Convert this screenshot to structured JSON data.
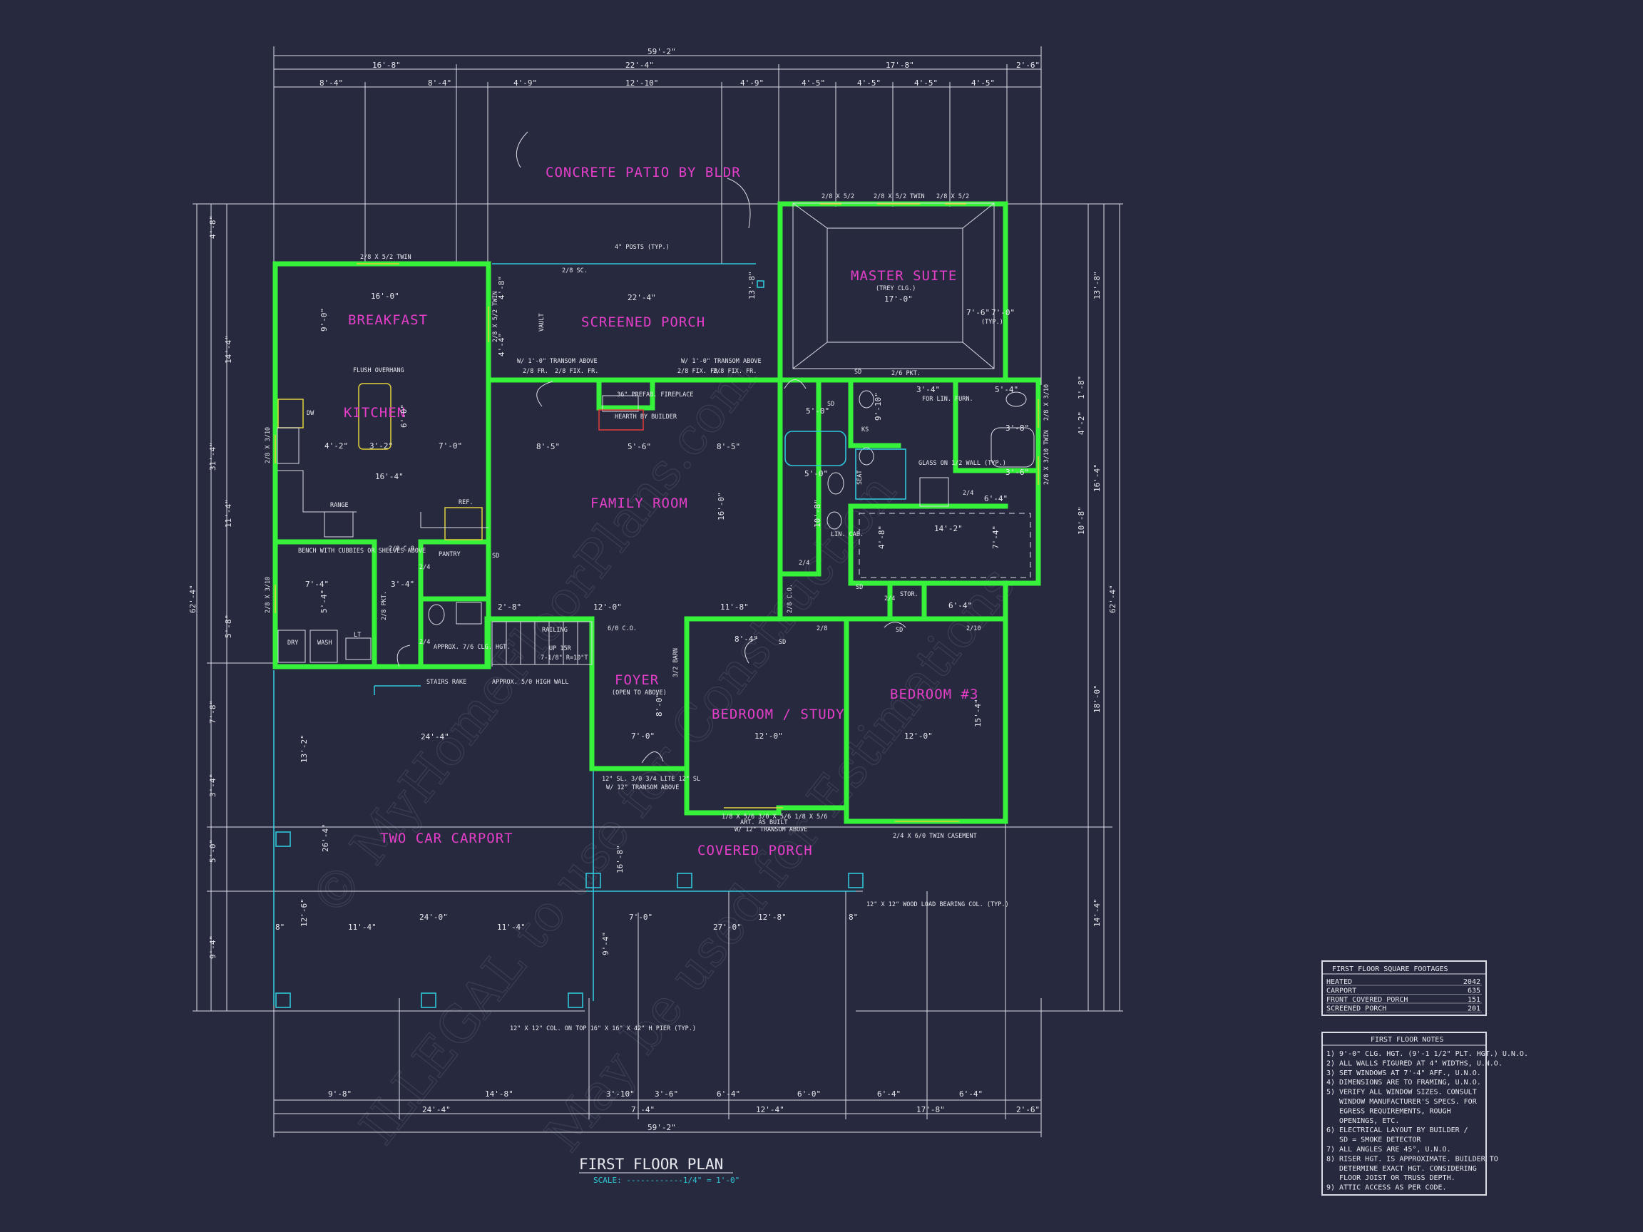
{
  "plan": {
    "title": "FIRST FLOOR PLAN",
    "scale": "SCALE: ------------1/4\" = 1'-0\"",
    "colors": {
      "background": "#272a3f",
      "walls": "#36f23a",
      "room_labels": "#e53ec9",
      "columns": "#2fc7d8",
      "lines": "#dcdce6",
      "accent": "#e1d13b"
    }
  },
  "watermark": {
    "line1": "© MyHomeFloorPlans.com",
    "line2": "ILLEGAL to use for Construction",
    "line3": "May be used for Estimations"
  },
  "rooms": {
    "concrete_patio": "CONCRETE PATIO BY BLDR",
    "breakfast": "BREAKFAST",
    "screened_porch": "SCREENED PORCH",
    "master_suite": "MASTER SUITE",
    "kitchen": "KITCHEN",
    "family_room": "FAMILY ROOM",
    "foyer": "FOYER",
    "bedroom_study": "BEDROOM / STUDY",
    "bedroom3": "BEDROOM #3",
    "carport": "TWO CAR CARPORT",
    "covered_porch": "COVERED PORCH"
  },
  "dims": {
    "top_overall": "59'-2\"",
    "top_a": "16'-8\"",
    "top_b": "22'-4\"",
    "top_c": "17'-8\"",
    "top_d": "2'-6\"",
    "top_e": "8'-4\"",
    "top_f": "8'-4\"",
    "top_g": "4'-9\"",
    "top_h": "12'-10\"",
    "top_i": "4'-9\"",
    "top_j": "4'-5\"",
    "top_k": "4'-5\"",
    "top_l": "4'-5\"",
    "top_m": "4'-5\"",
    "bot_overall": "59'-2\"",
    "bot_a": "9'-8\"",
    "bot_b": "14'-8\"",
    "bot_c": "3'-10\"",
    "bot_d": "3'-6\"",
    "bot_e": "6'-4\"",
    "bot_f": "6'-0\"",
    "bot_g": "6'-4\"",
    "bot_h": "6'-4\"",
    "bot_i": "24'-4\"",
    "bot_j": "7'-4\"",
    "bot_k": "12'-4\"",
    "bot_l": "17'-8\"",
    "bot_m": "2'-6\"",
    "left_overall": "62'-4\"",
    "left_a": "4'-8\"",
    "left_b": "14'-4\"",
    "left_c": "31'-4\"",
    "left_d": "11'-4\"",
    "left_e": "5'-8\"",
    "left_f": "7'-8\"",
    "left_g": "3'-4\"",
    "left_h": "5'-0\"",
    "left_i": "9'-4\"",
    "right_overall": "62'-4\"",
    "right_a": "13'-8\"",
    "right_b": "1'-8\"",
    "right_c": "4'-2\"",
    "right_d": "16'-4\"",
    "right_e": "10'-8\"",
    "right_f": "18'-0\"",
    "right_g": "14'-4\"",
    "carport_w": "24'-4\"",
    "carport_w2": "24'-0\"",
    "carport_d": "26'-4\"",
    "carport_13": "13'-2\"",
    "carport_11": "11'-4\"",
    "carport_8": "8\"",
    "carport_126": "12'-6\"",
    "porch_a": "11'-4\"",
    "porch_b": "27'-0\"",
    "porch_c": "7'-0\"",
    "porch_d": "12'-8\"",
    "porch_e": "8\"",
    "porch_f": "16'-8\"",
    "porch_g": "9'-4\"",
    "breakfast_w": "16'-0\"",
    "breakfast_d": "9'-0\"",
    "sp_w": "22'-4\"",
    "sp_d": "13'-8\"",
    "sp_d2": "4'-8\"",
    "sp_d3": "4'-4\"",
    "ms_w": "17'-0\"",
    "ms_a": "7'-6\"",
    "ms_b": "7'-0\"",
    "ms_typ": "(TYP.)",
    "kit_w": "16'-4\"",
    "kit_a": "4'-2\"",
    "kit_b": "3'-2\"",
    "kit_c": "7'-0\"",
    "kit_d": "6'-0\"",
    "fr_a": "8'-5\"",
    "fr_b": "5'-6\"",
    "fr_c": "8'-5\"",
    "fr_d": "16'-0\"",
    "fr_e": "12'-0\"",
    "fr_f": "11'-8\"",
    "fr_g": "2'-8\"",
    "bs_w": "12'-0\"",
    "bs_a": "8'-4\"",
    "b3_w": "12'-0\"",
    "b3_d": "15'-4\"",
    "b3_a": "6'-4\"",
    "foy_a": "7'-0\"",
    "foy_b": "8'-0\"",
    "laundry_a": "7'-4\"",
    "laundry_b": "3'-4\"",
    "laundry_c": "5'-4\"",
    "bath_a": "5'-0\"",
    "bath_b": "10'-8\"",
    "bath_c": "14'-2\"",
    "bath_d": "3'-4\"",
    "bath_e": "3'-6\"",
    "bath_f": "6'-4\"",
    "bath_g": "7'-4\"",
    "bath_h": "4'-8\"",
    "bath_i": "5'-0\"",
    "bath_j": "9'-10\"",
    "bath_k": "3'-8\"",
    "bath_l": "5'-4\""
  },
  "labels": {
    "posts": "4\" POSTS (TYP.)",
    "twin_top": "2/8 X 5/2 TWIN",
    "ms_win_a": "2/8 X 5/2",
    "ms_win_b": "2/8 X 5/2 TWIN",
    "ms_win_c": "2/8 X 5/2",
    "trey": "(TREY CLG.)",
    "sc": "2/8 SC.",
    "vault": "VAULT",
    "transom1": "W/ 1'-0\" TRANSOM ABOVE",
    "transom2": "W/ 1'-0\" TRANSOM ABOVE",
    "fr1": "2/8 FR.",
    "fix1": "2/8 FIX. FR.",
    "fix2": "2/8 FIX. FR.",
    "fix3": "2/8 FIX. FR.",
    "fireplace": "36\" PREFAB. FIREPLACE",
    "hearth": "HEARTH BY BUILDER",
    "flush": "FLUSH OVERHANG",
    "dw": "DW",
    "range": "RANGE",
    "ref": "REF.",
    "w316": "2/8 X 3/10",
    "bench": "BENCH WITH CUBBIES OR SHELVES ABOVE",
    "co28": "2/8 C.O.",
    "pantry": "PANTRY",
    "pkt": "2/8 PKT.",
    "d24a": "2/4",
    "d24b": "2/4",
    "d24c": "2/4",
    "d24d": "2/4",
    "d24e": "2/4",
    "dry": "DRY",
    "wash": "WASH",
    "lt": "LT",
    "approx_clg": "APPROX. 7/6 CLG. HGT.",
    "stairs_rake": "STAIRS RAKE",
    "approx_wall": "APPROX. 5/0 HIGH WALL",
    "railing": "RAILING",
    "up": "UP 15R",
    "riser": "7-1/8\" R=10\"T",
    "co28b": "2/8 C.O.",
    "co60": "6/0 C.O.",
    "sd1": "SD",
    "sd2": "SD",
    "sd3": "SD",
    "sd4": "SD",
    "sd5": "SD",
    "sd6": "SD",
    "open_above": "(OPEN TO ABOVE)",
    "barn": "3/2 BARN",
    "front_door": "12\" SL. 3/0 3/4 LITE 12\" SL",
    "front_transom": "W/ 12\" TRANSOM ABOVE",
    "bs_win": "1/8 X 5/6  3/0 X 5/6  1/8 X 5/6",
    "bs_win2": "ART. AS BUILT",
    "bs_transom": "W/ 12\" TRANSOM ABOVE",
    "b3_win": "2/4 X 6/0 TWIN CASEMENT",
    "ks": "KS",
    "seat": "SEAT",
    "for_furn": "FOR LIN. FURN.",
    "glass": "GLASS ON 1/2 WALL (TYP.)",
    "lin": "LIN. CAB.",
    "stor": "STOR.",
    "d28": "2/8",
    "d210": "2/10",
    "d26": "2/6 PKT.",
    "col_note": "12\" X 12\" WOOD LOAD BEARING COL. (TYP.)",
    "col_note2": "12\" X 12\" COL. ON TOP 16\" X 16\" X 42\" H PIER (TYP.)",
    "w310": "2/8 X 3/10",
    "w310b": "2/8 X 3/10 TWIN",
    "w310c": "2/8 X 3/10",
    "sp_win": "2/8 X 5/2 TWIN"
  },
  "sqft": {
    "title": "FIRST FLOOR SQUARE FOOTAGES",
    "rows": [
      {
        "label": "HEATED",
        "value": "2042"
      },
      {
        "label": "CARPORT",
        "value": "635"
      },
      {
        "label": "FRONT COVERED PORCH",
        "value": "151"
      },
      {
        "label": "SCREENED PORCH",
        "value": "201"
      }
    ]
  },
  "notes": {
    "title": "FIRST FLOOR NOTES",
    "items": [
      "1) 9'-0\" CLG. HGT. (9'-1 1/2\" PLT. HGT.) U.N.O.",
      "2) ALL WALLS FIGURED AT 4\" WIDTHS, U.N.O.",
      "3) SET WINDOWS AT 7'-4\" AFF., U.N.O.",
      "4) DIMENSIONS ARE TO FRAMING, U.N.O.",
      "5) VERIFY ALL WINDOW SIZES. CONSULT",
      "   WINDOW MANUFACTURER'S SPECS. FOR",
      "   EGRESS REQUIREMENTS, ROUGH",
      "   OPENINGS, ETC.",
      "6) ELECTRICAL LAYOUT BY BUILDER /",
      "   SD = SMOKE DETECTOR",
      "7) ALL ANGLES ARE 45°, U.N.O.",
      "8) RISER HGT. IS APPROXIMATE. BUILDER TO",
      "   DETERMINE EXACT HGT. CONSIDERING",
      "   FLOOR JOIST OR TRUSS DEPTH.",
      "9) ATTIC ACCESS AS PER CODE."
    ]
  }
}
